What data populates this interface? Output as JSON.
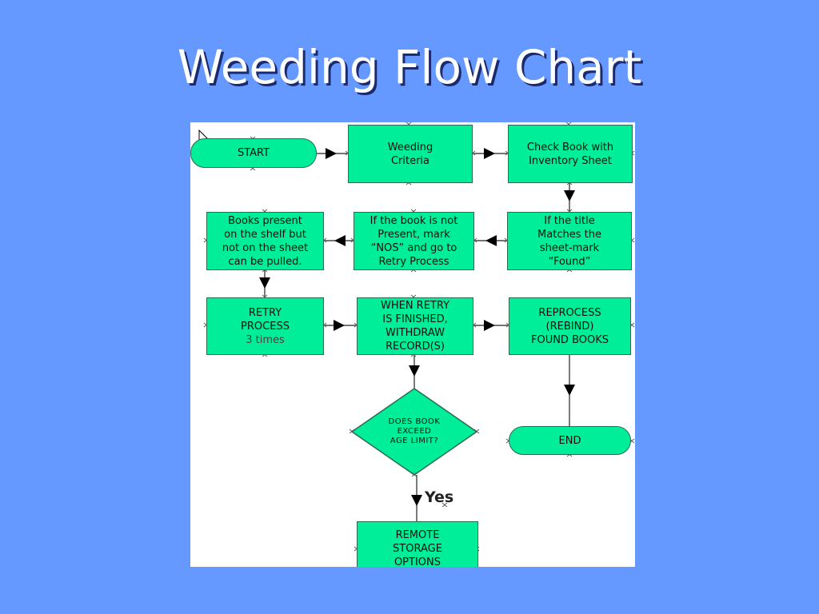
{
  "slide": {
    "title": "Weeding Flow Chart"
  },
  "colors": {
    "background": "#6699ff",
    "node_fill": "#00ee99",
    "node_border": "#2a6b52",
    "panel": "#ffffff"
  },
  "nodes": {
    "start": "START",
    "weeding_criteria": "Weeding\nCriteria",
    "check_book": "Check Book with\nInventory Sheet",
    "title_matches": "If the title\nMatches the\nsheet-mark\n“Found”",
    "not_present": "If the book is not\nPresent, mark\n“NOS” and go to\nRetry Process",
    "books_present": "Books present\non the shelf but\nnot on the sheet\ncan be pulled.",
    "retry_process": "RETRY\nPROCESS",
    "retry_times": "3 times",
    "withdraw": "WHEN RETRY\nIS FINISHED,\nWITHDRAW\nRECORD(S)",
    "reprocess": "REPROCESS\n(REBIND)\nFOUND BOOKS",
    "age_limit": "DOES BOOK\nEXCEED\nAGE LIMIT?",
    "end": "END",
    "remote_storage": "REMOTE\nSTORAGE\nOPTIONS"
  },
  "edge_labels": {
    "yes": "Yes"
  },
  "icons": {
    "cursor": "mouse-pointer-icon",
    "arrowhead": "arrowhead-icon"
  }
}
